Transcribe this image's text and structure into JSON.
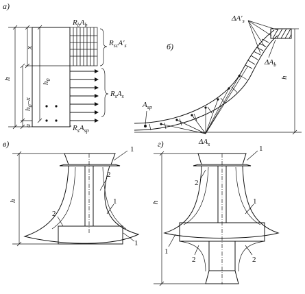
{
  "panels": {
    "a": {
      "label": "а)",
      "top_force_base": "R",
      "top_force_sub": "b",
      "top_force_base2": "A",
      "top_force_sub2": "b",
      "comp_r": "R",
      "comp_sub": "sc",
      "comp_a": "A′",
      "comp_sub2": "s",
      "tens_r": "R",
      "tens_sub": "s",
      "tens_a": "A",
      "tens_sub2": "s",
      "bottom_r": "R",
      "bottom_sub": "s",
      "bottom_a": "A",
      "bottom_sub2": "sp",
      "dim_h": "h",
      "dim_x": "x",
      "dim_h0": "h",
      "dim_h0_sub": "0",
      "dim_h0x": "h",
      "dim_h0x_sub": "0",
      "dim_h0x_tail": "–x",
      "dim_a": "a"
    },
    "b": {
      "label": "б)",
      "dA_s_prime": "ΔA′",
      "dA_s_prime_sub": "s",
      "dA_b": "ΔA",
      "dA_b_sub": "b",
      "A_sp": "A",
      "A_sp_sub": "sp",
      "dA_s": "ΔA",
      "dA_s_sub": "s",
      "dim_h": "h"
    },
    "v": {
      "label": "в)",
      "dim_h": "h",
      "callouts": [
        "1",
        "2",
        "1",
        "2",
        "1"
      ]
    },
    "g": {
      "label": "г)",
      "dim_h": "h",
      "callouts": [
        "1",
        "2",
        "1",
        "1",
        "2",
        "2"
      ]
    }
  }
}
